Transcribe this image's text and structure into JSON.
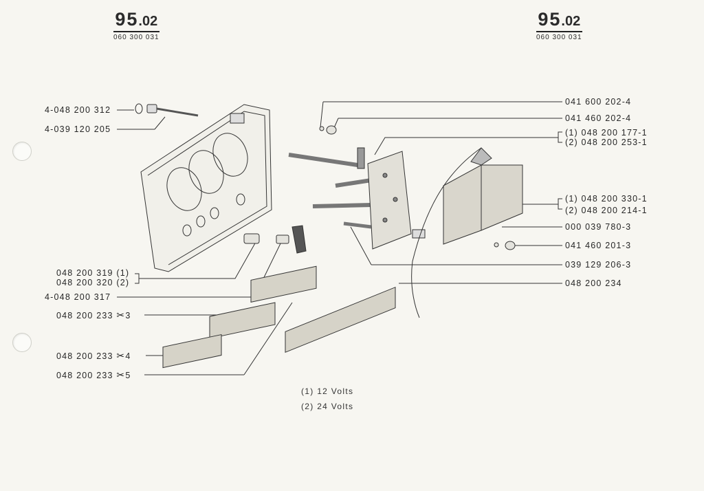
{
  "header_left": {
    "page": "95",
    "sub": ".02",
    "code": "060 300 031"
  },
  "header_right": {
    "page": "95",
    "sub": ".02",
    "code": "060 300 031"
  },
  "left_labels": [
    {
      "text": "4-048 200 312"
    },
    {
      "text": "4-039 120 205"
    },
    {
      "text": "048 200 319 (1)"
    },
    {
      "text": "048 200 320 (2)"
    },
    {
      "text": "4-048 200 317"
    },
    {
      "text": "048 200 233",
      "suffix": "3"
    },
    {
      "text": "048 200 233",
      "suffix": "4"
    },
    {
      "text": "048 200 233",
      "suffix": "5"
    }
  ],
  "right_labels": [
    {
      "text": "041 600 202-4"
    },
    {
      "text": "041 460 202-4"
    },
    {
      "text": "(1)  048 200 177-1"
    },
    {
      "text": "(2)  048 200 253-1"
    },
    {
      "text": "(1)  048 200 330-1"
    },
    {
      "text": "(2)  048 200 214-1"
    },
    {
      "text": "000 039 780-3"
    },
    {
      "text": "041 460 201-3"
    },
    {
      "text": "039 129 206-3"
    },
    {
      "text": "048 200 234"
    }
  ],
  "legend": [
    {
      "text": "(1)  12 Volts"
    },
    {
      "text": "(2)  24 Volts"
    }
  ],
  "icons": {
    "cut": "scissors-icon",
    "binder_hole": "punch-hole"
  },
  "colors": {
    "paper": "#f7f6f1",
    "ink": "#262626"
  }
}
